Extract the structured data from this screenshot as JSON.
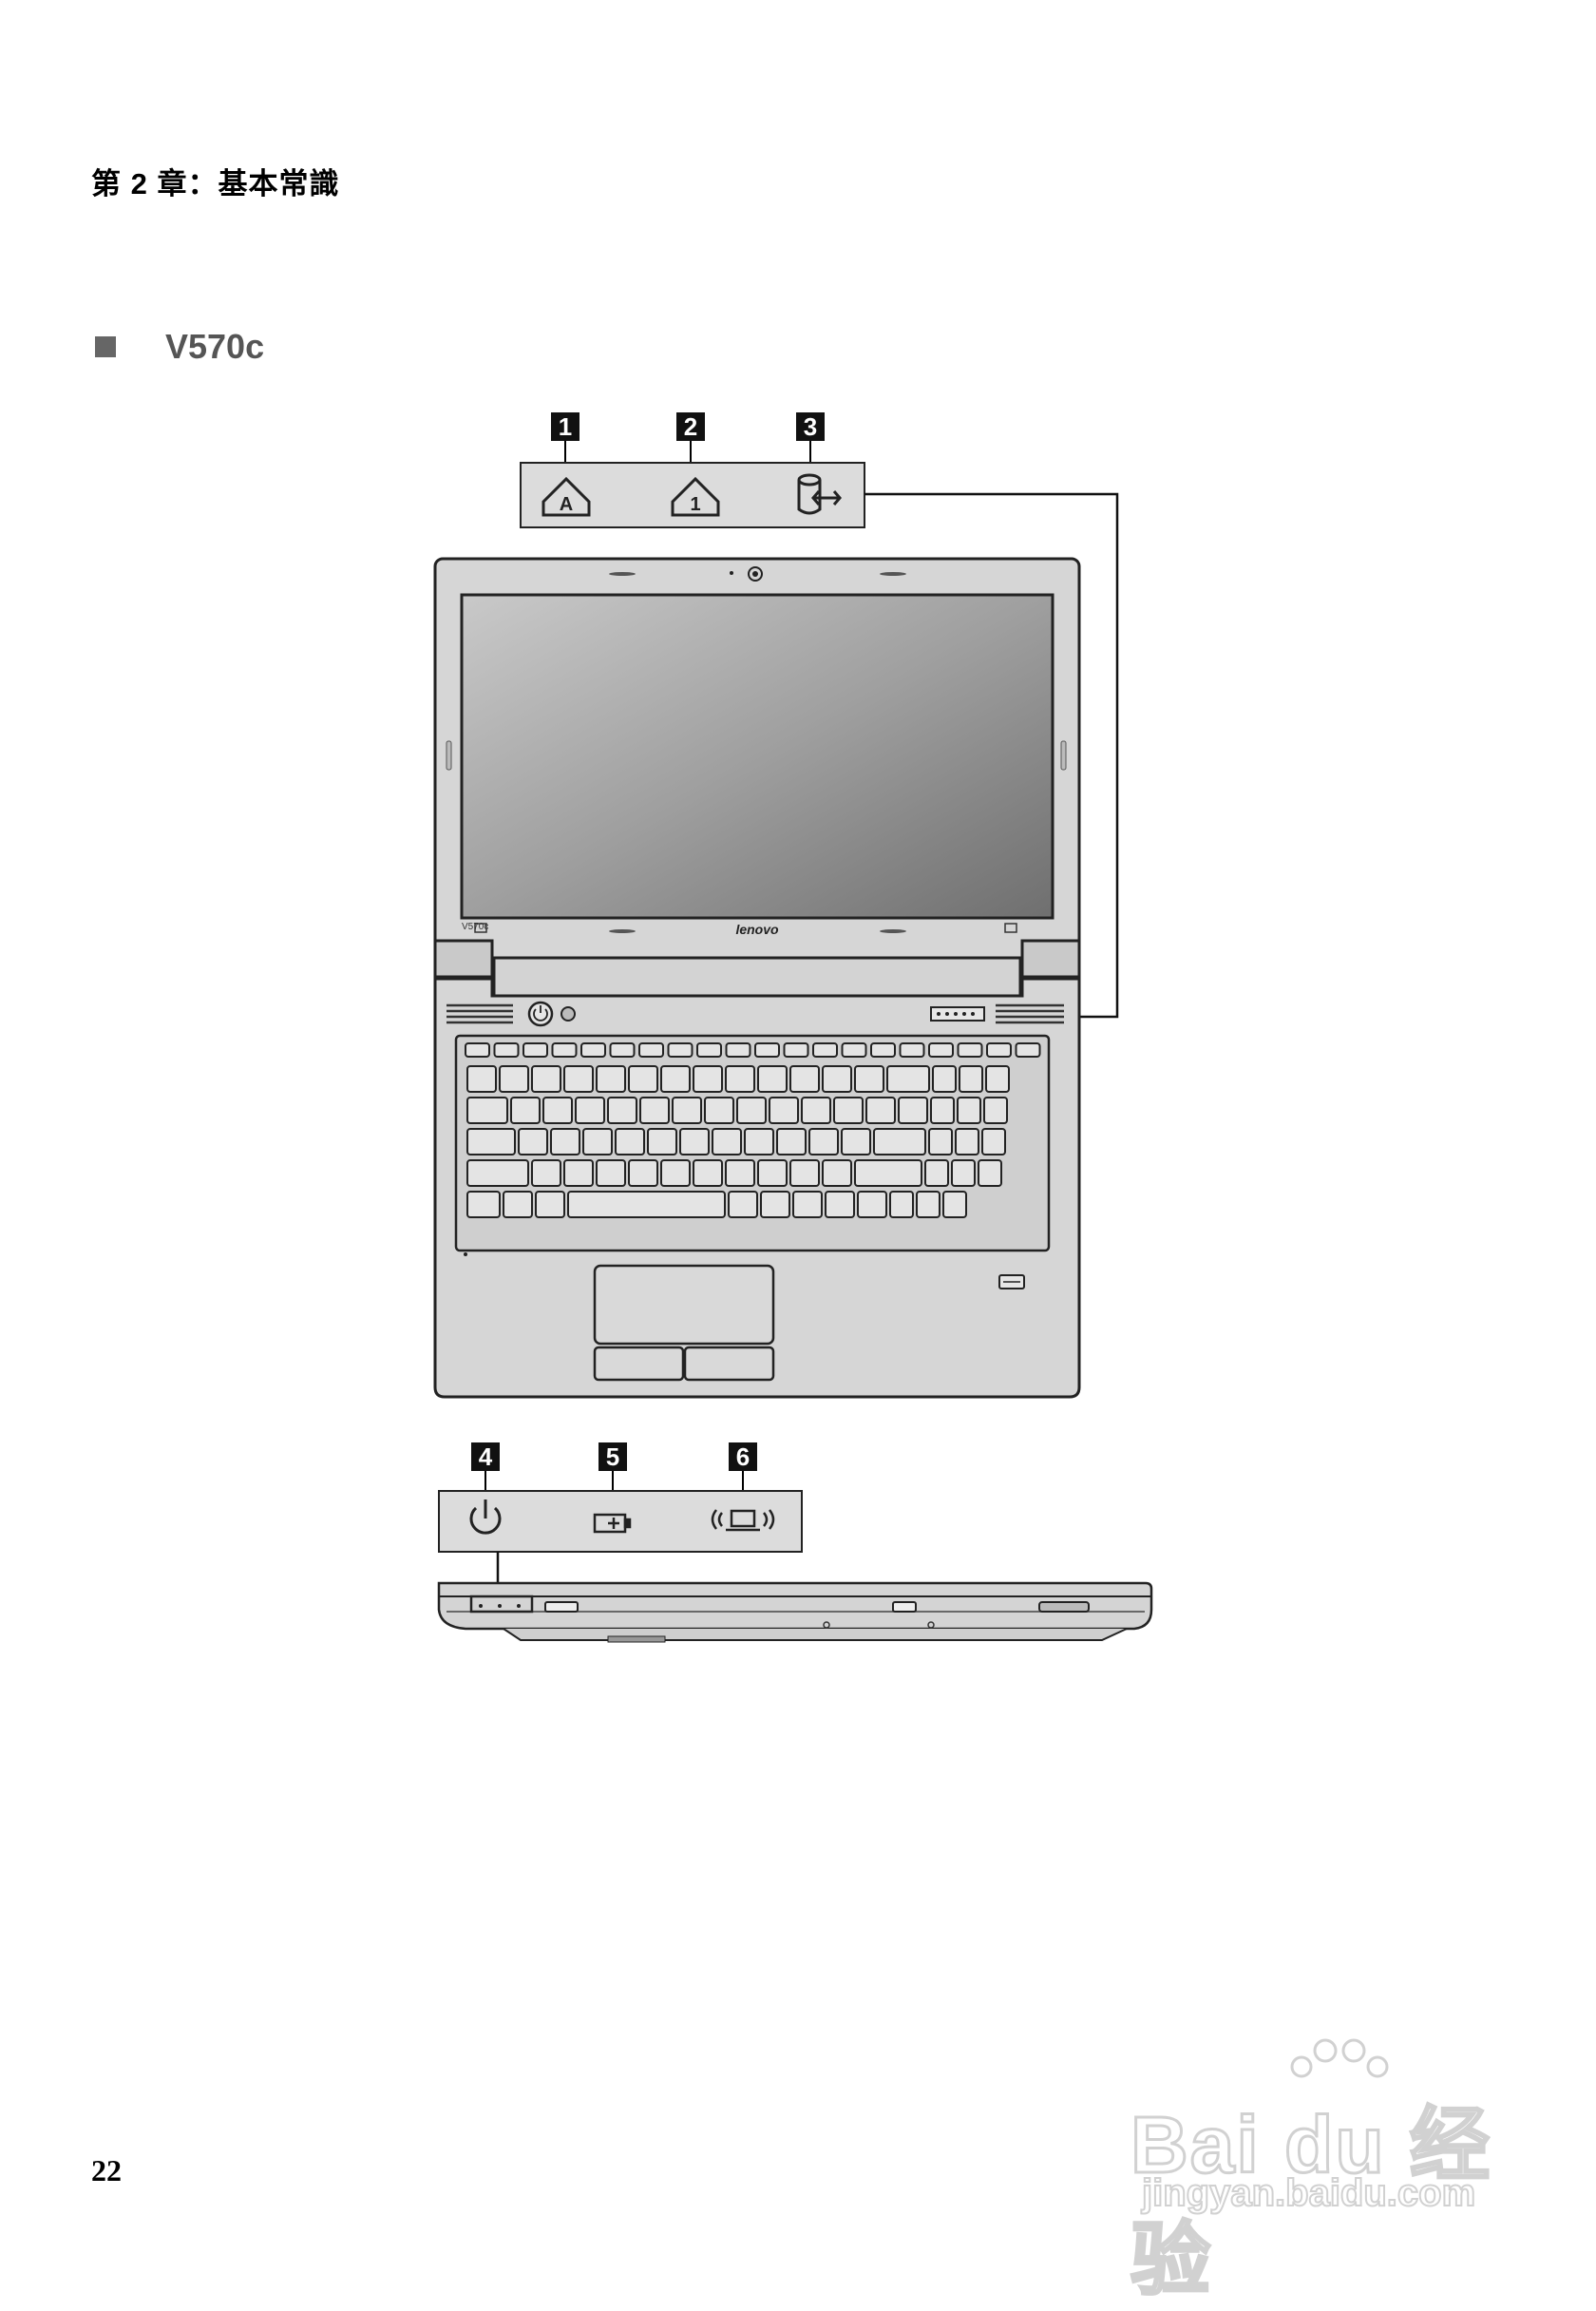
{
  "header": {
    "chapter_title": "第 2 章：基本常識"
  },
  "section": {
    "model": "V570c"
  },
  "figure": {
    "top_callouts": [
      {
        "number": "1",
        "icon": "caps-lock-icon"
      },
      {
        "number": "2",
        "icon": "num-lock-icon"
      },
      {
        "number": "3",
        "icon": "hard-disk-activity-icon"
      }
    ],
    "front_callouts": [
      {
        "number": "4",
        "icon": "power-icon"
      },
      {
        "number": "5",
        "icon": "battery-icon"
      },
      {
        "number": "6",
        "icon": "wireless-icon"
      }
    ],
    "laptop_brand": "lenovo",
    "bezel_model": "V570c"
  },
  "footer": {
    "page_number": "22"
  },
  "watermark": {
    "main": "Bai du 经验",
    "sub": "jingyan.baidu.com"
  }
}
